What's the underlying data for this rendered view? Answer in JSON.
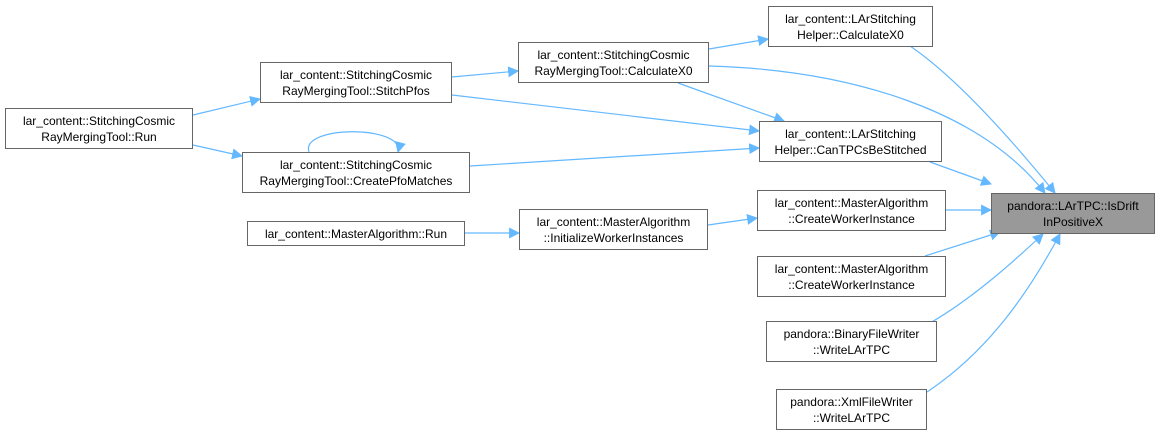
{
  "graph": {
    "nodes": {
      "target": [
        "pandora::LArTPC::IsDrift",
        "InPositiveX"
      ],
      "calc_x0_helper": [
        "lar_content::LArStitching",
        "Helper::CalculateX0"
      ],
      "calc_x0_tool": [
        "lar_content::StitchingCosmic",
        "RayMergingTool::CalculateX0"
      ],
      "stitch_pfos": [
        "lar_content::StitchingCosmic",
        "RayMergingTool::StitchPfos"
      ],
      "tool_run": [
        "lar_content::StitchingCosmic",
        "RayMergingTool::Run"
      ],
      "can_tpcs": [
        "lar_content::LArStitching",
        "Helper::CanTPCsBeStitched"
      ],
      "create_pfo_matches": [
        "lar_content::StitchingCosmic",
        "RayMergingTool::CreatePfoMatches"
      ],
      "create_worker_1": [
        "lar_content::MasterAlgorithm",
        "::CreateWorkerInstance"
      ],
      "create_worker_2": [
        "lar_content::MasterAlgorithm",
        "::CreateWorkerInstance"
      ],
      "master_run": [
        "lar_content::MasterAlgorithm::Run"
      ],
      "init_workers": [
        "lar_content::MasterAlgorithm",
        "::InitializeWorkerInstances"
      ],
      "binary_writer": [
        "pandora::BinaryFileWriter",
        "::WriteLArTPC"
      ],
      "xml_writer": [
        "pandora::XmlFileWriter",
        "::WriteLArTPC"
      ]
    }
  },
  "colors": {
    "edge": "#63b8ff",
    "node_border": "#666666",
    "target_fill": "#999999"
  }
}
